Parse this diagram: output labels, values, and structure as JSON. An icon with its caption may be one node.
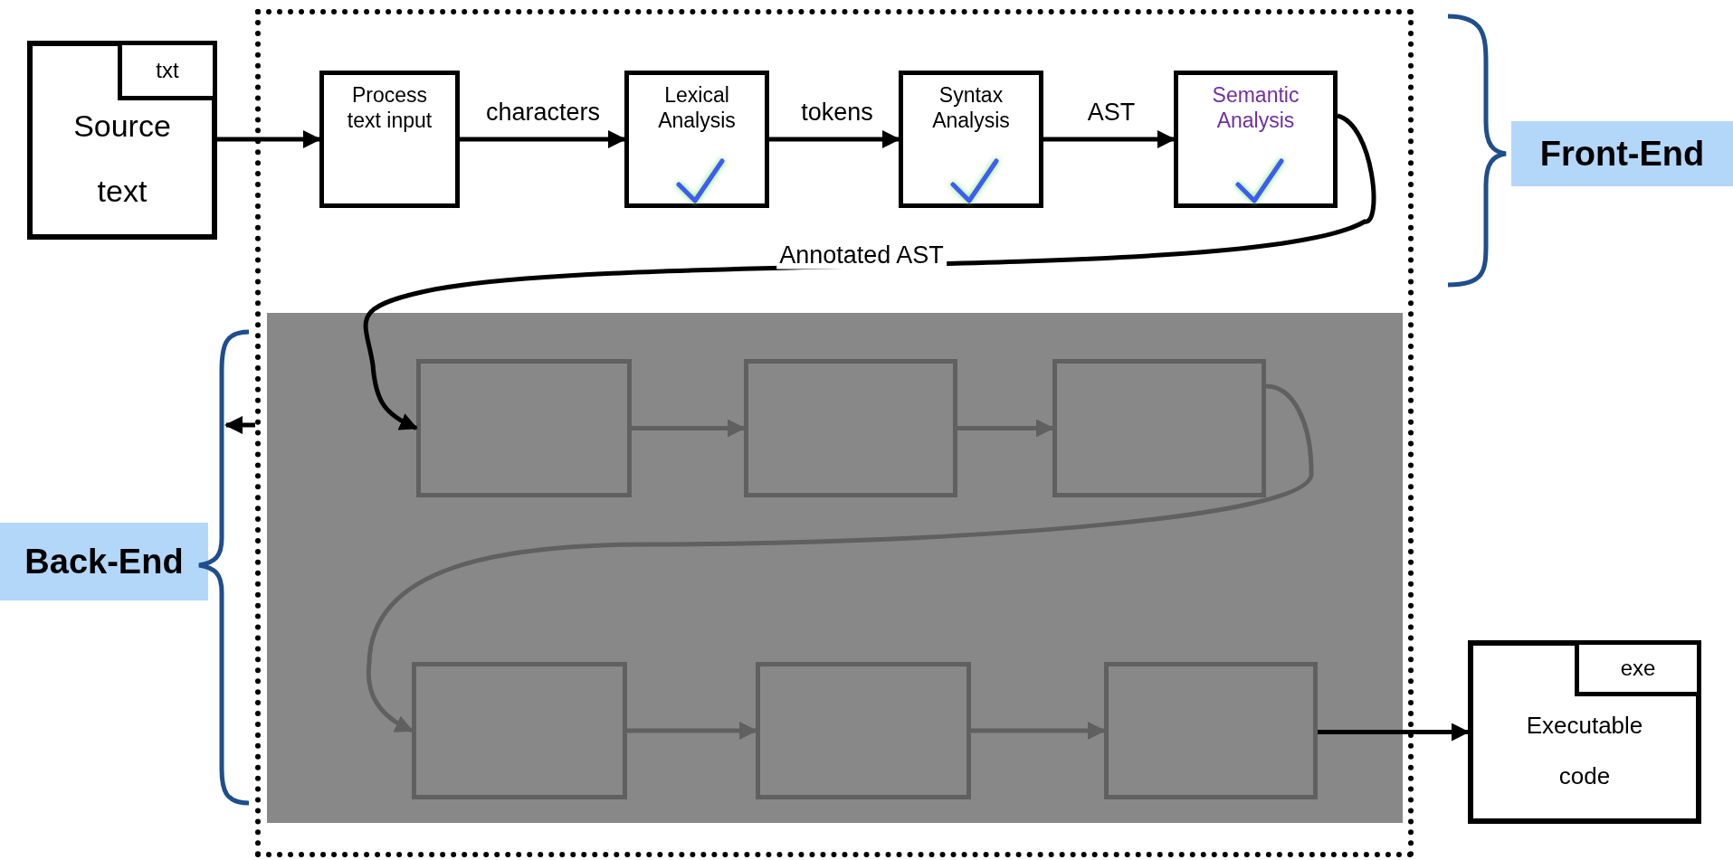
{
  "diagram": {
    "nodes": [
      {
        "text": [
          "Source text"
        ]
      },
      {
        "text": [
          "txt"
        ],
        "in": 0
      },
      {
        "text": [],
        "shape": "box"
      },
      {
        "text": [
          "Process text input"
        ],
        "in": 2
      },
      {
        "text": [
          "Lexical Analysis"
        ],
        "in": 2
      },
      {
        "text": [
          "Syntax Analysis"
        ],
        "in": 2
      },
      {
        "text": [
          "Semantic Analysis"
        ],
        "in": 2
      },
      {
        "text": [],
        "shape": "box",
        "in": 2
      },
      {
        "text": [],
        "shape": "box",
        "in": 7
      },
      {
        "text": [],
        "shape": "box",
        "in": 7
      },
      {
        "text": [],
        "shape": "box",
        "in": 7
      },
      {
        "text": [],
        "shape": "box",
        "in": 7
      },
      {
        "text": [],
        "shape": "box",
        "in": 7
      },
      {
        "text": [],
        "shape": "box",
        "in": 7
      },
      {
        "text": [
          "Executable code"
        ]
      },
      {
        "text": [
          "exe"
        ],
        "in": 14
      },
      {
        "text": [
          "Front-End"
        ]
      },
      {
        "text": [
          "Back-End"
        ]
      }
    ],
    "edges": [
      {
        "from": 0,
        "to": 3,
        "arrow": "to"
      },
      {
        "from": 3,
        "to": 4,
        "label": "characters",
        "arrow": "to"
      },
      {
        "from": 4,
        "to": 5,
        "label": "tokens",
        "arrow": "to"
      },
      {
        "from": 5,
        "to": 6,
        "label": "AST",
        "arrow": "to"
      },
      {
        "from": 6,
        "to": 8,
        "label": "Annotated AST",
        "arrow": "to"
      },
      {
        "from": 8,
        "to": 9,
        "arrow": "to",
        "color": "#606060"
      },
      {
        "from": 9,
        "to": 10,
        "arrow": "to",
        "color": "#606060"
      },
      {
        "from": 10,
        "to": 11,
        "arrow": "to",
        "color": "#606060"
      },
      {
        "from": 11,
        "to": 12,
        "arrow": "to",
        "color": "#606060"
      },
      {
        "from": 12,
        "to": 13,
        "arrow": "to",
        "color": "#606060"
      },
      {
        "from": 13,
        "to": 14,
        "arrow": "to"
      },
      {
        "from": 2,
        "to": 17,
        "arrow": "to"
      }
    ]
  }
}
